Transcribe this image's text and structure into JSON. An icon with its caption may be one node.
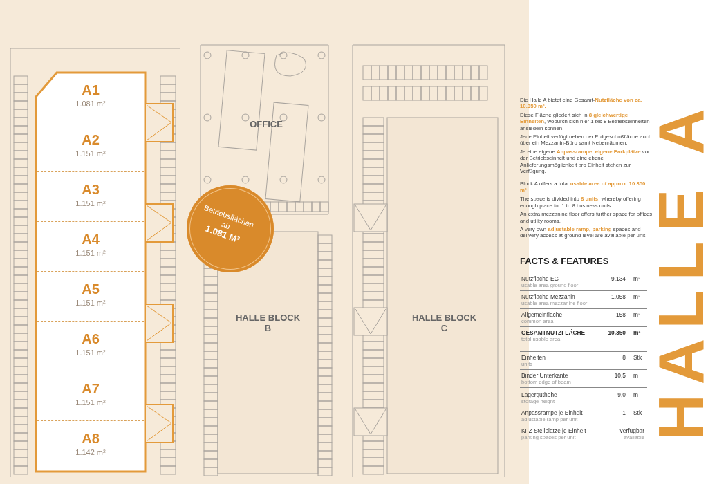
{
  "diagram": {
    "title": "HALLE A",
    "nodes": [
      {
        "text": [
          "A1",
          "1.081 m²"
        ]
      },
      {
        "text": [
          "A2",
          "1.151 m²"
        ]
      },
      {
        "text": [
          "A3",
          "1.151 m²"
        ]
      },
      {
        "text": [
          "A4",
          "1.151 m²"
        ]
      },
      {
        "text": [
          "A5",
          "1.151 m²"
        ]
      },
      {
        "text": [
          "A6",
          "1.151 m²"
        ]
      },
      {
        "text": [
          "A7",
          "1.151 m²"
        ]
      },
      {
        "text": [
          "A8",
          "1.142 m²"
        ]
      },
      {
        "text": [
          "OFFICE"
        ]
      },
      {
        "text": [
          "HALLE BLOCK B"
        ]
      },
      {
        "text": [
          "HALLE BLOCK C"
        ]
      },
      {
        "text": [
          "Betriebsflächen ab",
          "1.081 M²"
        ]
      }
    ],
    "edges": [],
    "labels": [
      "Die Halle A bietet eine Gesamt-**Nutzfläche von ca. 10.350 m².**",
      "Diese Fläche gliedert sich in **8 gleichwertige Einheiten**, wodurch sich hier 1 bis 8 Betriebseinheiten ansiedeln können.",
      "Jede Einheit verfügt neben der Erdgeschoßfläche auch über ein Mezzanin-Büro samt Nebenräumen.",
      "Je eine eigene **Anpassrampe**, **eigene Parkplätze** vor der Betriebseinheit und eine ebene Anlieferungsmöglichkeit pro Einheit stehen zur Verfügung.",
      "Block A offers a total **usable area of approx. 10.350 m².**",
      "The space is divided into **8 units**, whereby offering enough place for 1 to 8 business units.",
      "An extra mezzanine floor offers further space for offices and utility rooms.",
      "A very own **adjustable ramp, parking** spaces and delivery access at ground level are available per unit.",
      "FACTS & FEATURES",
      "Nutzfläche EG",
      "usable area ground floor",
      "9.134",
      "m²",
      "Nutzfläche Mezzanin",
      "usable area mezzanine floor",
      "1.058",
      "m²",
      "Allgemeinfläche",
      "common area",
      "158",
      "m²",
      "GESAMTNUTZFLÄCHE",
      "total usable area",
      "10.350",
      "m²",
      "Einheiten",
      "units",
      "8",
      "Stk",
      "Binder Unterkante",
      "bottom edge of beam",
      "10,5",
      "m",
      "Lagerguthöhe",
      "storage height",
      "9,0",
      "m",
      "Anpassrampe je Einheit",
      "adjustable ramp per unit",
      "1",
      "Stk",
      "KFZ Stellplätze je Einheit",
      "parking spaces per unit",
      "verfügbar",
      "available"
    ]
  }
}
